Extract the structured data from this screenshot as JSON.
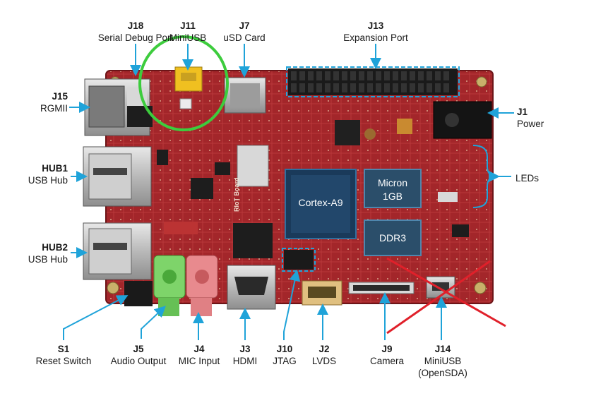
{
  "board": {
    "silkscreen": "RIoT Board",
    "cpu_label": "Cortex-A9",
    "memory_label_line1": "Micron",
    "memory_label_line2": "1GB",
    "ddr_label": "DDR3"
  },
  "labels": [
    {
      "key": "J18",
      "name": "Serial Debug Port"
    },
    {
      "key": "J11",
      "name": "MiniUSB"
    },
    {
      "key": "J7",
      "name": "uSD Card"
    },
    {
      "key": "J13",
      "name": "Expansion Port"
    },
    {
      "key": "J15",
      "name": "RGMII"
    },
    {
      "key": "J1",
      "name": "Power"
    },
    {
      "key": "HUB1",
      "name": "USB Hub"
    },
    {
      "key": "",
      "name": "LEDs"
    },
    {
      "key": "HUB2",
      "name": "USB Hub"
    },
    {
      "key": "S1",
      "name": "Reset Switch"
    },
    {
      "key": "J5",
      "name": "Audio Output"
    },
    {
      "key": "J4",
      "name": "MIC Input"
    },
    {
      "key": "J3",
      "name": "HDMI"
    },
    {
      "key": "J10",
      "name": "JTAG"
    },
    {
      "key": "J2",
      "name": "LVDS"
    },
    {
      "key": "J9",
      "name": "Camera"
    },
    {
      "key": "J14",
      "name": "MiniUSB",
      "name2": "(OpenSDA)"
    }
  ],
  "colors": {
    "pcb": "#a3262a",
    "pcb_dark": "#7d1a1e",
    "arrow": "#1fa3d9",
    "highlight_circle": "#3dcc3d",
    "cross": "#e0202a",
    "chip_box": "#2f6f9f"
  }
}
